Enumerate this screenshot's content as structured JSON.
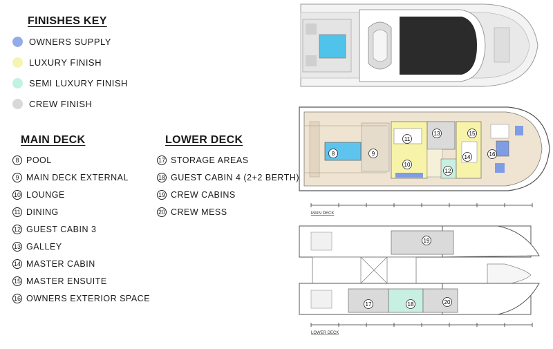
{
  "finishes_key": {
    "title": "FINISHES KEY",
    "items": [
      {
        "label": "OWNERS SUPPLY",
        "color": "#93abe9"
      },
      {
        "label": "LUXURY FINISH",
        "color": "#f6f4b2"
      },
      {
        "label": "SEMI LUXURY FINISH",
        "color": "#c2f2e2"
      },
      {
        "label": "CREW FINISH",
        "color": "#d8d8d8"
      }
    ]
  },
  "main_deck": {
    "title": "MAIN DECK",
    "items": [
      {
        "num": "8",
        "label": "POOL"
      },
      {
        "num": "9",
        "label": "MAIN DECK EXTERNAL"
      },
      {
        "num": "10",
        "label": "LOUNGE"
      },
      {
        "num": "11",
        "label": "DINING"
      },
      {
        "num": "12",
        "label": "GUEST CABIN 3"
      },
      {
        "num": "13",
        "label": "GALLEY"
      },
      {
        "num": "14",
        "label": "MASTER CABIN"
      },
      {
        "num": "15",
        "label": "MASTER ENSUITE"
      },
      {
        "num": "16",
        "label": "OWNERS EXTERIOR SPACE"
      }
    ]
  },
  "lower_deck": {
    "title": "LOWER DECK",
    "items": [
      {
        "num": "17",
        "label": "STORAGE AREAS"
      },
      {
        "num": "18",
        "label": "GUEST CABIN 4 (2+2 BERTH)"
      },
      {
        "num": "19",
        "label": "CREW CABINS"
      },
      {
        "num": "20",
        "label": "CREW MESS"
      }
    ]
  },
  "plans": {
    "main_deck_caption": "MAIN DECK",
    "lower_deck_caption": "LOWER DECK",
    "markers": {
      "m8": "8",
      "m9": "9",
      "m10": "10",
      "m11": "11",
      "m12": "12",
      "m13": "13",
      "m14": "14",
      "m15": "15",
      "m16": "16",
      "m17": "17",
      "m18": "18",
      "m19": "19",
      "m20": "20"
    }
  }
}
